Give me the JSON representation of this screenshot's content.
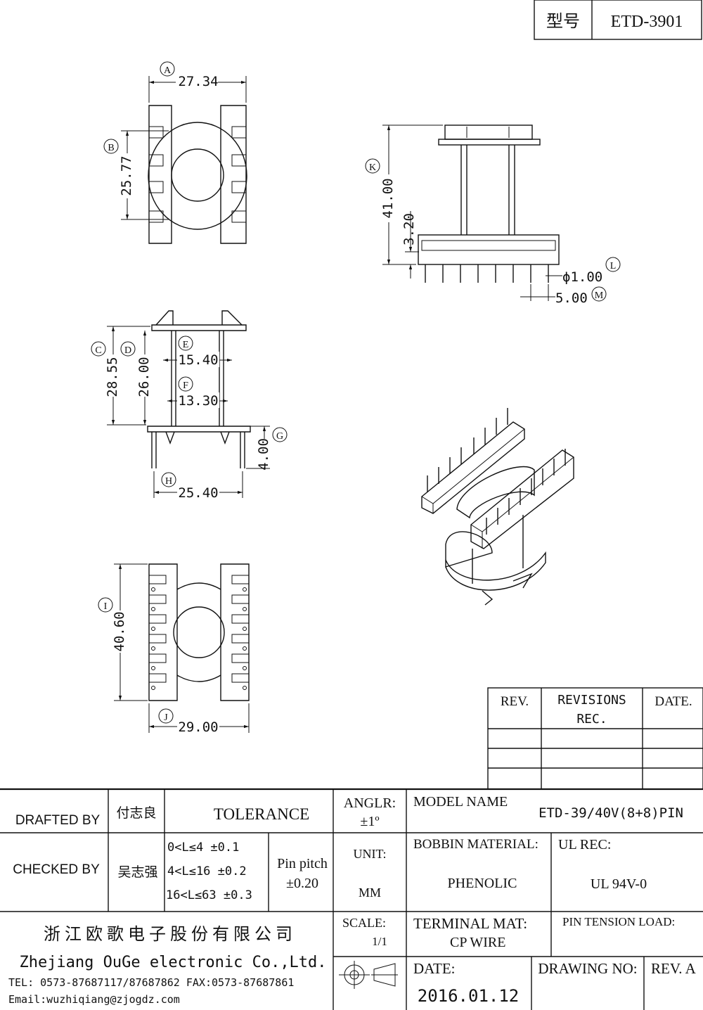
{
  "header": {
    "model_label": "型号",
    "model_value": "ETD-3901"
  },
  "dimensions": {
    "A": "27.34",
    "B": "25.77",
    "C": "28.55",
    "D": "26.00",
    "E": "15.40",
    "F": "13.30",
    "G": "4.00",
    "H": "25.40",
    "I": "40.60",
    "J": "29.00",
    "K": "41.00",
    "K2": "3.20",
    "L": "ϕ1.00",
    "M": "5.00"
  },
  "balloons": [
    "A",
    "B",
    "C",
    "D",
    "E",
    "F",
    "G",
    "H",
    "I",
    "J",
    "K",
    "L",
    "M"
  ],
  "revisions": {
    "rev_header": "REV.",
    "revisions_header_1": "REVISIONS",
    "revisions_header_2": "REC.",
    "date_header": "DATE."
  },
  "title_block": {
    "drafted_by_label": "DRAFTED BY",
    "drafted_by_name": "付志良",
    "checked_by_label": "CHECKED BY",
    "checked_by_name": "吴志强",
    "tolerance_label": "TOLERANCE",
    "tol_row1": "0<L≤4   ±0.1",
    "tol_row2": "4<L≤16  ±0.2",
    "tol_row3": "16<L≤63 ±0.3",
    "pin_pitch_label": "Pin pitch",
    "pin_pitch_value": "±0.20",
    "angle_label": "ANGLR:",
    "angle_value": "±1º",
    "unit_label": "UNIT:",
    "unit_value": "MM",
    "scale_label": "SCALE:",
    "scale_value": "1/1",
    "model_name_label": "MODEL NAME",
    "model_name_value": "ETD-39/40V(8+8)PIN",
    "bobbin_material_label": "BOBBIN MATERIAL:",
    "bobbin_material_value": "PHENOLIC",
    "ul_rec_label": "UL REC:",
    "ul_rec_value": "UL 94V-0",
    "terminal_mat_label": "TERMINAL MAT:",
    "terminal_mat_value": "CP  WIRE",
    "pin_tension_label": "PIN  TENSION  LOAD:",
    "date_label": "DATE:",
    "date_value": "2016.01.12",
    "drawing_no_label": "DRAWING NO:",
    "rev_a_label": "REV. A"
  },
  "company": {
    "name_cn": "浙江欧歌电子股份有限公司",
    "name_en": "Zhejiang OuGe electronic Co.,Ltd.",
    "tel_fax": "TEL: 0573-87687117/87687862  FAX:0573-87687861",
    "email": "Email:wuzhiqiang@zjogdz.com"
  }
}
